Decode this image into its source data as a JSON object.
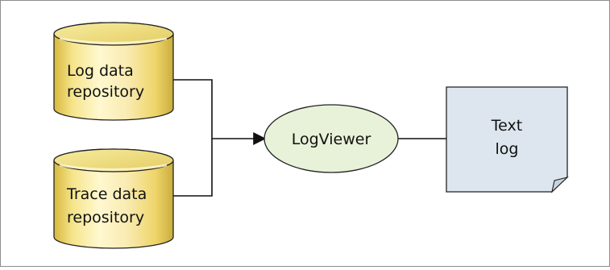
{
  "diagram": {
    "nodes": {
      "log_repo": {
        "line1": "Log data",
        "line2": "repository"
      },
      "trace_repo": {
        "line1": "Trace data",
        "line2": "repository"
      },
      "logviewer": {
        "label": "LogViewer"
      },
      "text_log": {
        "line1": "Text",
        "line2": "log"
      }
    },
    "colors": {
      "cylinder_fill": "#f2de75",
      "cylinder_highlight": "#fff7c8",
      "ellipse_fill": "#e7f2d8",
      "document_fill": "#dde6ef",
      "stroke": "#222222"
    }
  }
}
